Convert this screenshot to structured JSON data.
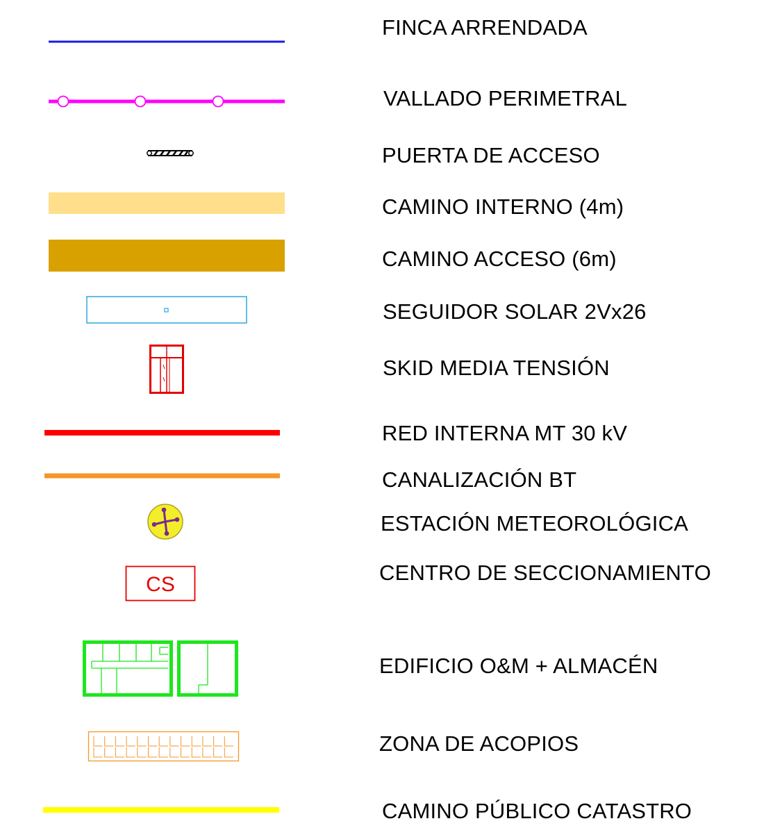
{
  "legend": {
    "items": [
      {
        "key": "finca",
        "label": "FINCA ARRENDADA",
        "color": "#1a1ae6"
      },
      {
        "key": "vallado",
        "label": "VALLADO PERIMETRAL",
        "color": "#ff00ff"
      },
      {
        "key": "puerta",
        "label": "PUERTA DE ACCESO",
        "color": "#000000"
      },
      {
        "key": "camino_interno",
        "label": "CAMINO INTERNO (4m)",
        "color": "#ffdf8c"
      },
      {
        "key": "camino_acceso",
        "label": "CAMINO ACCESO (6m)",
        "color": "#d9a100"
      },
      {
        "key": "seguidor",
        "label": "SEGUIDOR SOLAR 2Vx26",
        "color": "#2aa8e0"
      },
      {
        "key": "skid",
        "label": "SKID MEDIA TENSIÓN",
        "color": "#e60000"
      },
      {
        "key": "red_mt",
        "label": "RED INTERNA MT 30 kV",
        "color": "#ff0000"
      },
      {
        "key": "canalizacion",
        "label": "CANALIZACIÓN BT",
        "color": "#f5962a"
      },
      {
        "key": "estacion",
        "label": "ESTACIÓN METEOROLÓGICA",
        "color": "#f2ee2a",
        "icon": "weather-station-icon"
      },
      {
        "key": "centro",
        "label": "CENTRO DE SECCIONAMIENTO",
        "color": "#e60000",
        "symbol_text": "CS"
      },
      {
        "key": "edificio",
        "label": "EDIFICIO O&M + ALMACÉN",
        "color": "#1ee61e"
      },
      {
        "key": "acopios",
        "label": "ZONA DE ACOPIOS",
        "color": "#f5962a"
      },
      {
        "key": "camino_publico",
        "label": "CAMINO PÚBLICO CATASTRO",
        "color": "#ffff00"
      }
    ]
  }
}
